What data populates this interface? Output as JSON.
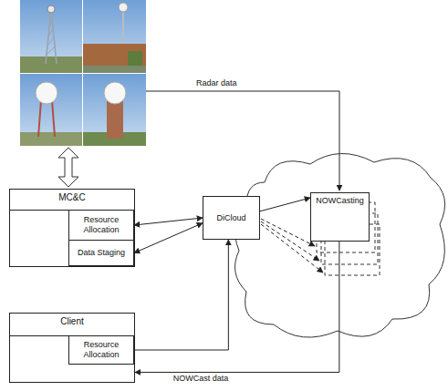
{
  "diagram": {
    "nodes": [
      {
        "text": [
          "MC&C"
        ]
      },
      {
        "text": [
          "Resource Allocation"
        ],
        "in": 0
      },
      {
        "text": [
          "Data Staging"
        ],
        "in": 0
      },
      {
        "text": [
          "DiCloud"
        ]
      },
      {
        "text": [
          "NOWCasting"
        ]
      },
      {
        "text": [
          "Client"
        ]
      },
      {
        "text": [
          "Resource Allocation"
        ],
        "in": 5
      }
    ],
    "edges": [
      {
        "from": 1,
        "to": 3,
        "arrow": "both"
      },
      {
        "from": 2,
        "to": 3,
        "arrow": "both"
      },
      {
        "from": 3,
        "to": 4,
        "arrow": "to"
      },
      {
        "from": 6,
        "to": 3,
        "arrow": "to"
      },
      {
        "from": 4,
        "to": 5,
        "label": "NOWCast data",
        "arrow": "to"
      }
    ],
    "labels": [
      "Radar data"
    ]
  }
}
